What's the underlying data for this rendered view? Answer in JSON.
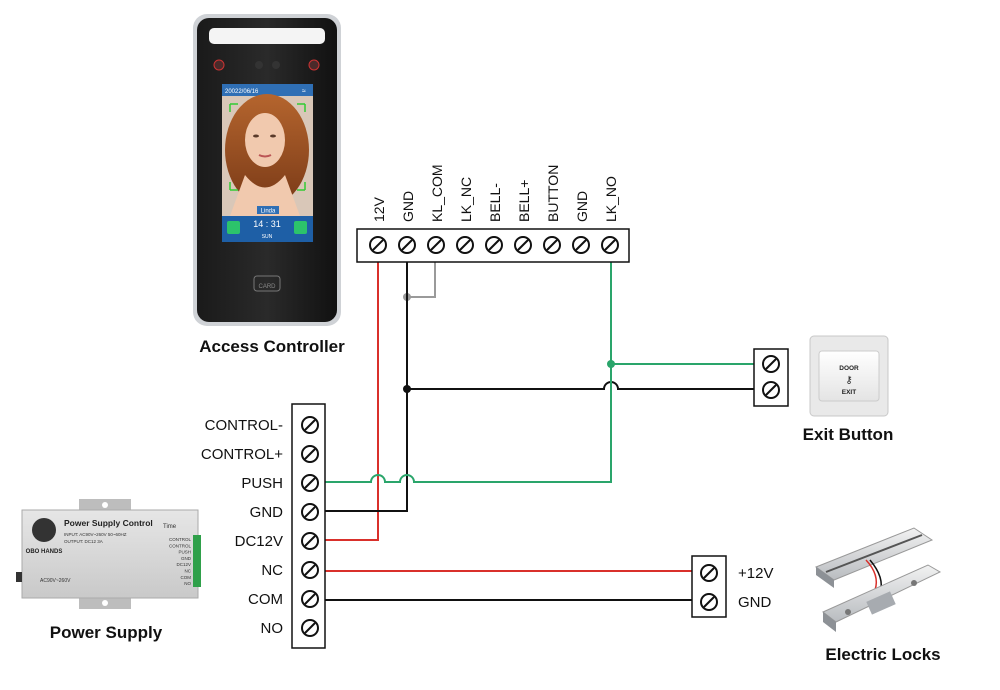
{
  "devices": {
    "access_controller": {
      "label": "Access Controller",
      "screen_date": "20022/06/16",
      "screen_name": "Linda",
      "screen_time": "14 : 31",
      "screen_day": "SUN",
      "card_label": "CARD"
    },
    "power_supply": {
      "label": "Power Supply",
      "panel_title": "Power Supply Control",
      "panel_input": "INPUT: AC90V~260V 50~60HZ",
      "panel_output": "OUTPUT: DC12 3A",
      "panel_time": "Time",
      "panel_brand": "OBO HANDS",
      "panel_rating": "AC90V~260V",
      "panel_terms": [
        "CONTROL",
        "CONTROL",
        "PUSH",
        "GND",
        "DC12V",
        "NC",
        "COM",
        "NO"
      ]
    },
    "exit_button": {
      "label": "Exit Button",
      "text_top": "DOOR",
      "text_bottom": "EXIT"
    },
    "electric_locks": {
      "label": "Electric Locks"
    }
  },
  "terminals": {
    "controller": [
      "12V",
      "GND",
      "KL_COM",
      "LK_NC",
      "BELL-",
      "BELL+",
      "BUTTON",
      "GND",
      "LK_NO"
    ],
    "power_supply": [
      "CONTROL-",
      "CONTROL+",
      "PUSH",
      "GND",
      "DC12V",
      "NC",
      "COM",
      "NO"
    ],
    "lock": [
      "+12V",
      "GND"
    ]
  },
  "colors": {
    "wire_red": "#d9302b",
    "wire_green": "#2aa56b",
    "wire_black": "#111111",
    "wire_gray": "#9a9a9a"
  }
}
